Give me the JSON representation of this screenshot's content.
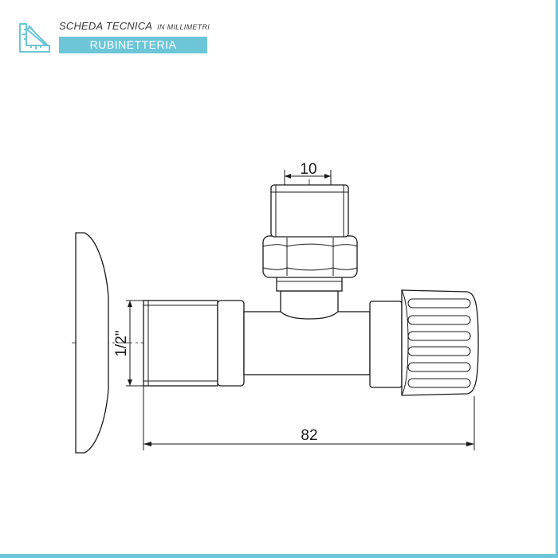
{
  "header": {
    "title": "SCHEDA TECNICA",
    "unit_note": "IN MILLIMETRI",
    "category": "RUBINETTERIA",
    "icon": "ruler-pencil-icon",
    "accent_color": "#6cc6d8"
  },
  "drawing": {
    "subject": "angle valve technical drawing",
    "dimensions": {
      "top_outlet_width": "10",
      "thread_size": "1/2\"",
      "overall_length": "82"
    }
  }
}
